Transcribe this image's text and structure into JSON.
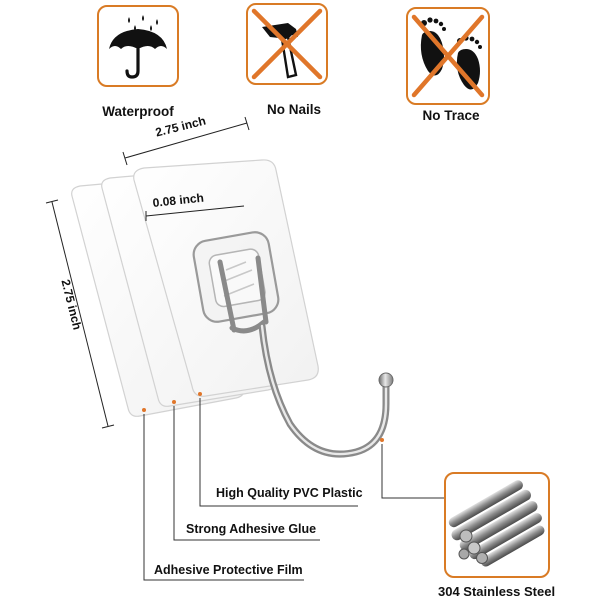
{
  "features": [
    {
      "label": "Waterproof",
      "icon": "umbrella-icon"
    },
    {
      "label": "No Nails",
      "icon": "hammer-crossed-icon"
    },
    {
      "label": "No Trace",
      "icon": "footprints-crossed-icon"
    }
  ],
  "dimensions": {
    "width": "2.75 inch",
    "height": "2.75 inch",
    "thickness": "0.08 inch"
  },
  "callouts": {
    "pvc": "High Quality PVC Plastic",
    "glue": "Strong Adhesive Glue",
    "film": "Adhesive Protective Film"
  },
  "material": {
    "label": "304 Stainless Steel",
    "icon": "steel-rods-icon"
  },
  "colors": {
    "accent_orange": "#d97b25",
    "cross_orange": "#e0762a"
  }
}
